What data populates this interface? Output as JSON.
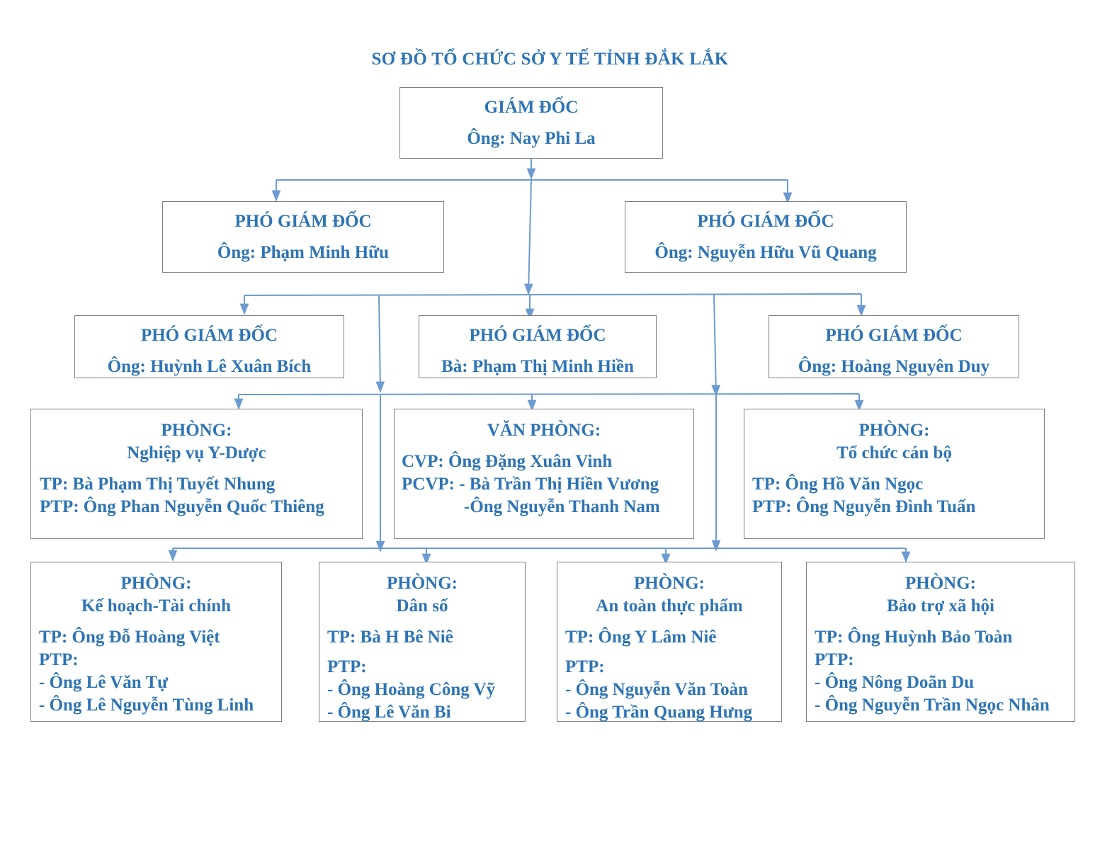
{
  "title": "SƠ ĐỒ TỔ CHỨC SỞ Y TẾ TỈNH ĐẮK LẮK",
  "director": {
    "role": "GIÁM ĐỐC",
    "name": "Ông: Nay Phi La"
  },
  "deputies": [
    {
      "role": "PHÓ GIÁM ĐỐC",
      "name": "Ông: Phạm Minh Hữu"
    },
    {
      "role": "PHÓ GIÁM ĐỐC",
      "name": "Ông: Nguyễn Hữu Vũ Quang"
    },
    {
      "role": "PHÓ GIÁM ĐỐC",
      "name": "Ông: Huỳnh Lê Xuân Bích"
    },
    {
      "role": "PHÓ GIÁM ĐỐC",
      "name": "Bà: Phạm Thị Minh Hiền"
    },
    {
      "role": "PHÓ GIÁM ĐỐC",
      "name": "Ông: Hoàng Nguyên Duy"
    }
  ],
  "departments": [
    {
      "label": "PHÒNG:",
      "name": "Nghiệp vụ Y-Dược",
      "lines": [
        "TP: Bà Phạm Thị Tuyết Nhung",
        "PTP: Ông Phan Nguyễn Quốc Thiêng"
      ]
    },
    {
      "label": "VĂN PHÒNG:",
      "name": "",
      "lines": [
        "CVP: Ông Đặng Xuân Vinh",
        "PCVP: - Bà Trần Thị Hiền Vương",
        "-Ông Nguyễn Thanh Nam"
      ]
    },
    {
      "label": "PHÒNG:",
      "name": "Tổ chức cán bộ",
      "lines": [
        "TP: Ông Hồ Văn Ngọc",
        "PTP: Ông Nguyễn Đình Tuấn"
      ]
    },
    {
      "label": "PHÒNG:",
      "name": "Kế hoạch-Tài chính",
      "lines": [
        "TP: Ông Đỗ Hoàng Việt",
        "PTP:",
        "- Ông Lê Văn Tự",
        "- Ông Lê Nguyễn Tùng Linh"
      ]
    },
    {
      "label": "PHÒNG:",
      "name": "Dân số",
      "lines": [
        "TP: Bà H Bê Niê",
        "PTP:",
        "- Ông Hoàng Công Vỹ",
        "- Ông Lê Văn Bi"
      ]
    },
    {
      "label": "PHÒNG:",
      "name": "An toàn thực phẩm",
      "lines": [
        "TP: Ông Y Lâm Niê",
        "PTP:",
        "- Ông Nguyễn Văn Toàn",
        "- Ông Trần Quang Hưng"
      ]
    },
    {
      "label": "PHÒNG:",
      "name": "Bảo trợ xã hội",
      "lines": [
        "TP: Ông Huỳnh Bảo Toàn",
        "PTP:",
        "- Ông Nông Doãn Du",
        "- Ông Nguyễn Trần Ngọc Nhân"
      ]
    }
  ],
  "colors": {
    "text": "#2e74b5",
    "connector": "#6b9bd1",
    "border": "#7f7f7f"
  }
}
